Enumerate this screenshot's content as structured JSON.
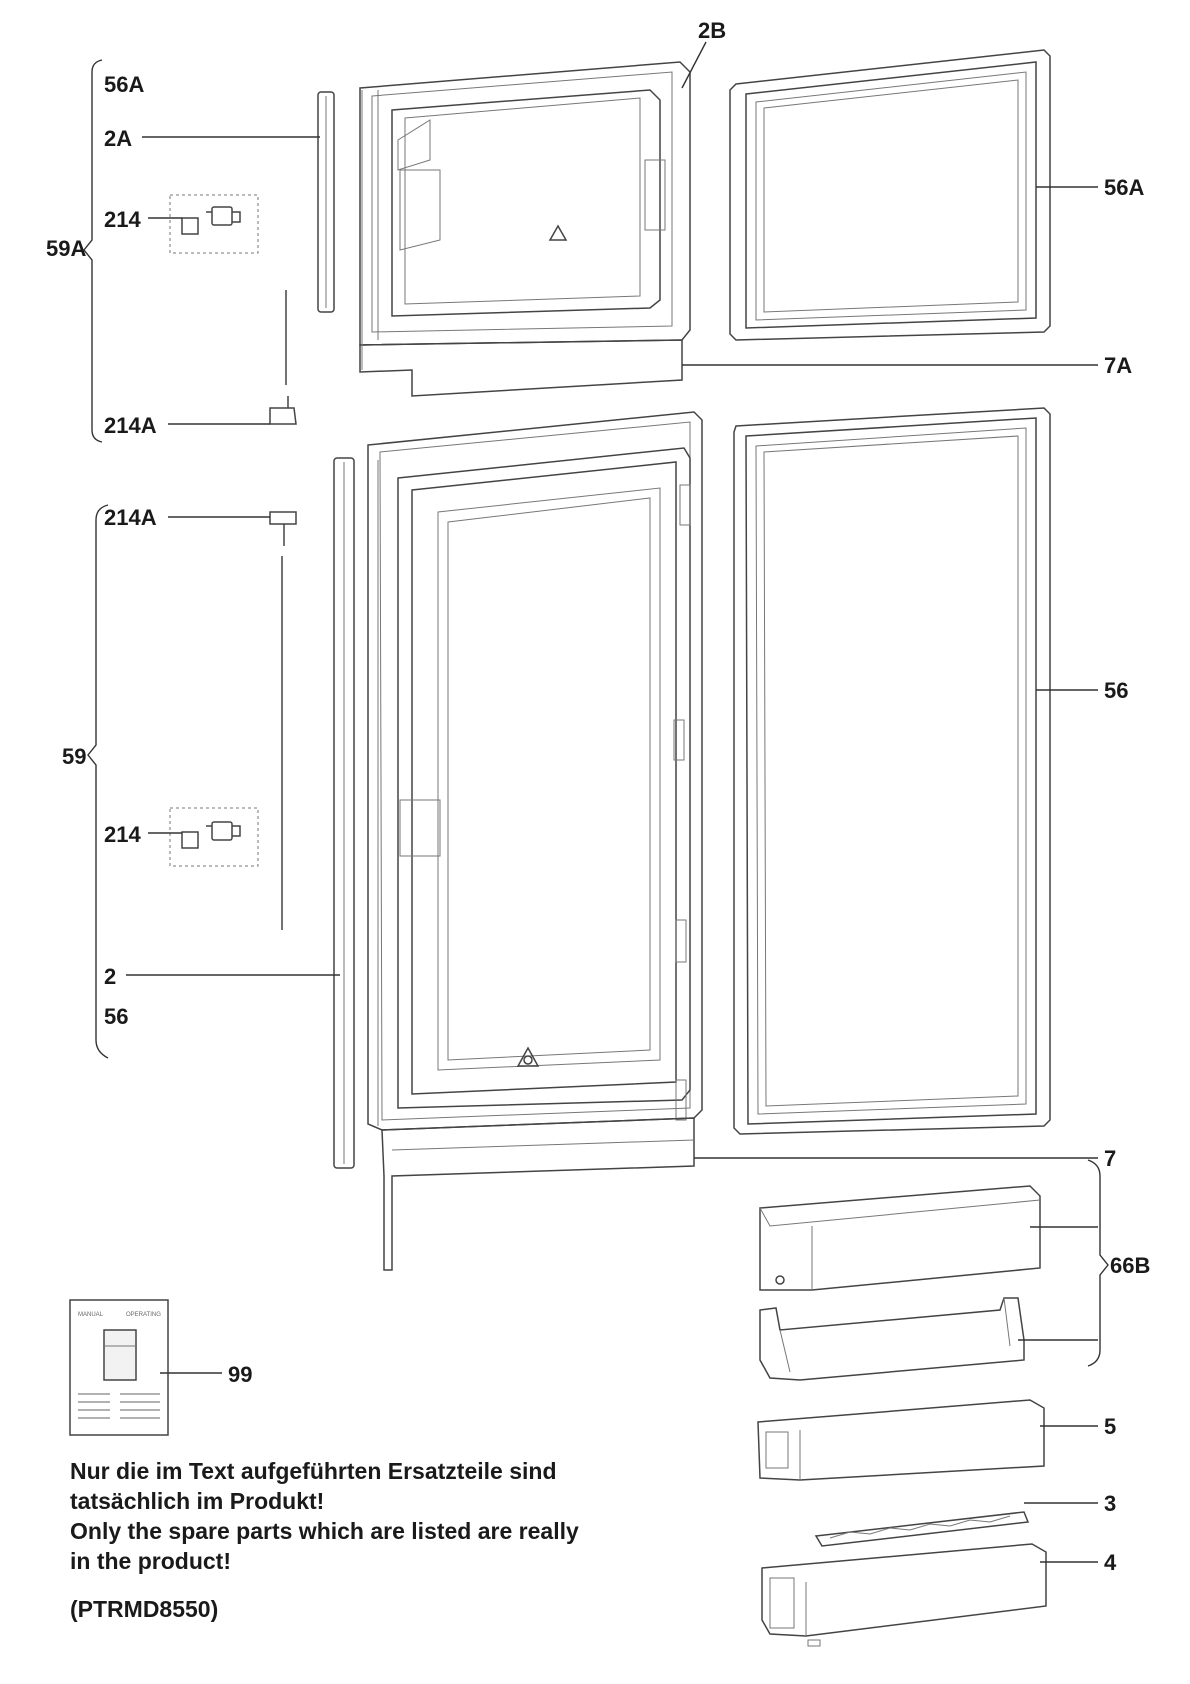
{
  "labels": {
    "l_2B": "2B",
    "l_56A_left": "56A",
    "l_2A": "2A",
    "l_214_top": "214",
    "l_59A": "59A",
    "l_214A_top": "214A",
    "l_56A_right": "56A",
    "l_7A": "7A",
    "l_214A_bottom": "214A",
    "l_59": "59",
    "l_214_bottom": "214",
    "l_2": "2",
    "l_56_left": "56",
    "l_56_right": "56",
    "l_7": "7",
    "l_66B": "66B",
    "l_99": "99",
    "l_5": "5",
    "l_3": "3",
    "l_4": "4"
  },
  "manual": {
    "header_left": "MANUAL",
    "header_right": "OPERATING"
  },
  "note": {
    "line1": "Nur die im Text aufgeführten Ersatzteile sind",
    "line2": "tatsächlich im Produkt!",
    "line3": "Only the spare parts which are listed are really",
    "line4": "in the product!",
    "code": "(PTRMD8550)"
  }
}
